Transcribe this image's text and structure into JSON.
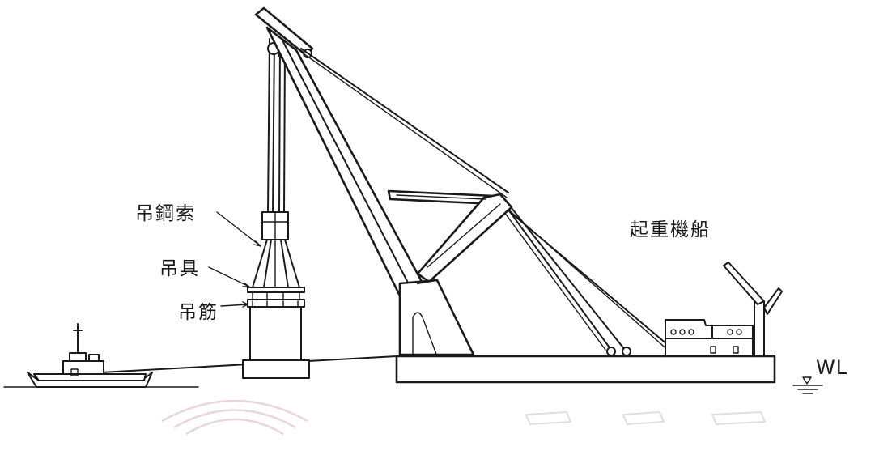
{
  "labels": {
    "hoist_wire": "吊鋼索",
    "rigging": "吊具",
    "lifting_bar": "吊筋",
    "crane_barge": "起重機船",
    "water_line": "WL"
  },
  "colors": {
    "ink": "#1a1a1a",
    "background": "#ffffff"
  }
}
